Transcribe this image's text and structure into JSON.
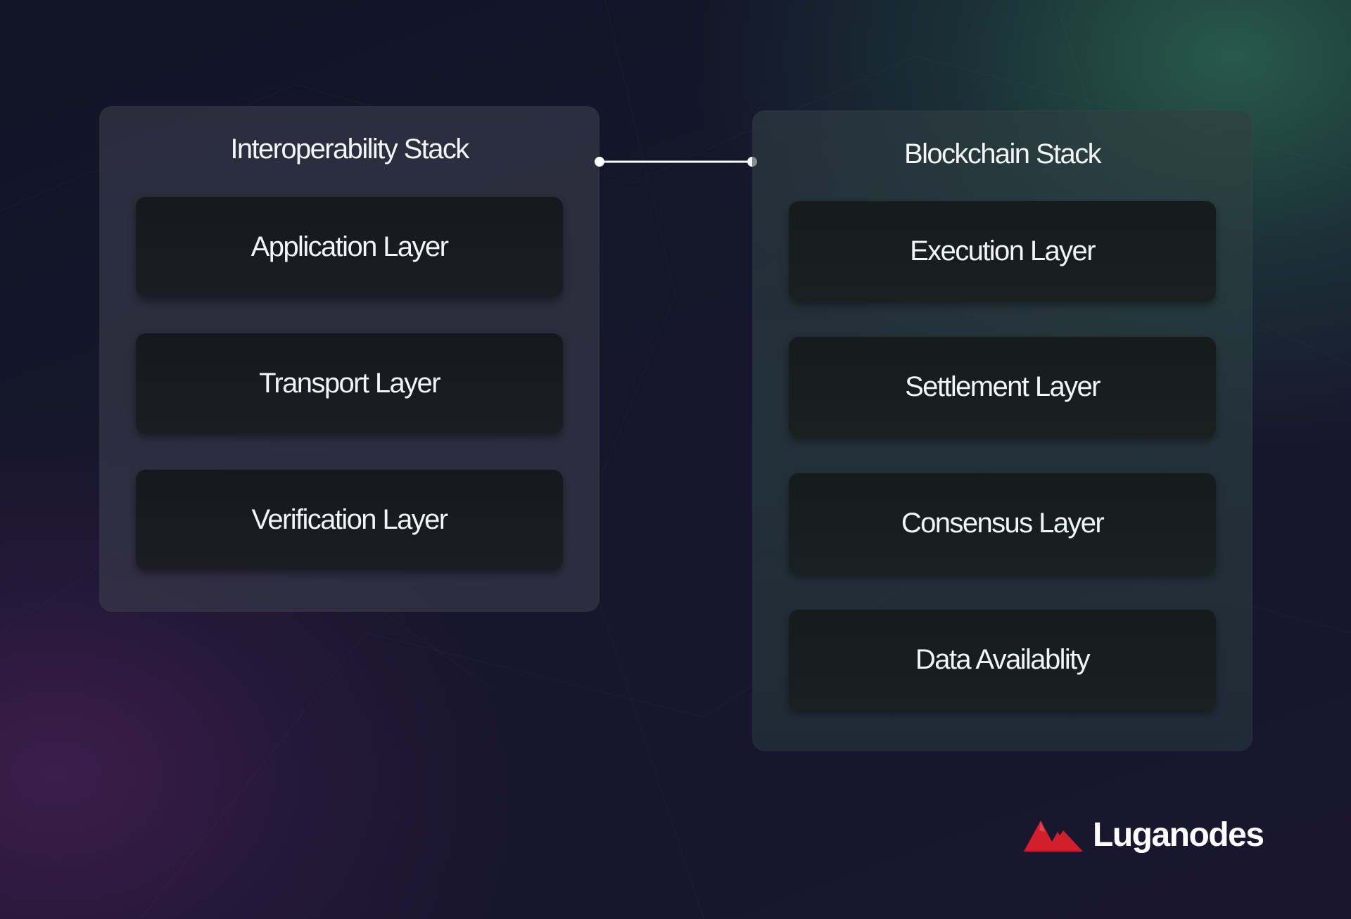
{
  "left_stack": {
    "title": "Interoperability Stack",
    "layers": [
      "Application  Layer",
      "Transport Layer",
      "Verification Layer"
    ]
  },
  "right_stack": {
    "title": "Blockchain Stack",
    "layers": [
      "Execution Layer",
      "Settlement Layer",
      "Consensus Layer",
      "Data Availablity"
    ]
  },
  "brand": {
    "name": "Luganodes",
    "logo_icon": "red-mountain-logo-icon",
    "logo_color": "#d0202b"
  },
  "colors": {
    "connector": "#ffffff"
  }
}
